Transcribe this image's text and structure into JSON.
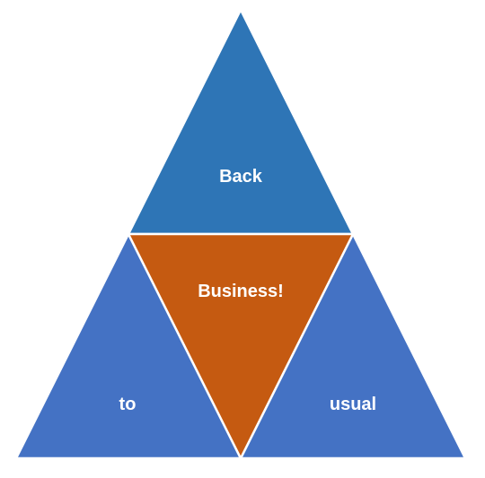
{
  "diagram": {
    "segments": {
      "top": {
        "label": "Back",
        "color": "#2E75B6"
      },
      "center": {
        "label": "Business!",
        "color": "#C55A11"
      },
      "left": {
        "label": "to",
        "color": "#4472C4"
      },
      "right": {
        "label": "usual",
        "color": "#4472C4"
      }
    }
  }
}
